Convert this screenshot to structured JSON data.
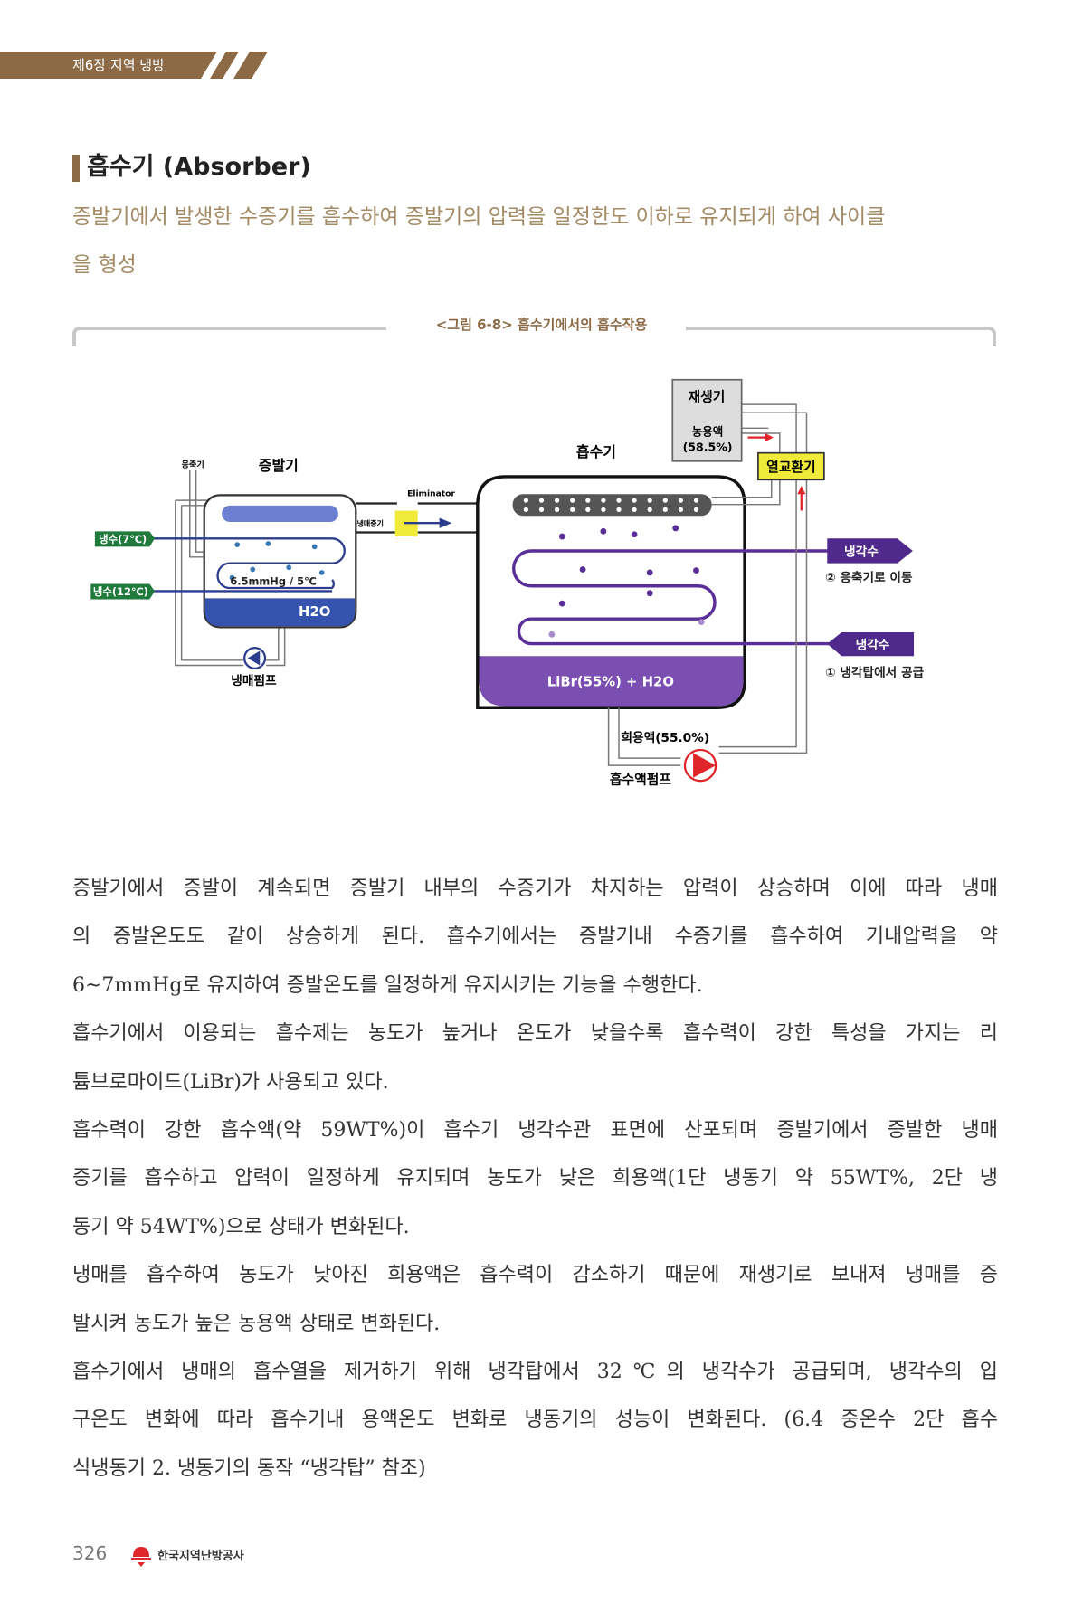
{
  "header": {
    "chapter": "제6장 지역 냉방"
  },
  "section": {
    "title": "흡수기 (Absorber)",
    "subtitle_lines": [
      "증발기에서 발생한 수증기를 흡수하여 증발기의 압력을 일정한도 이하로 유지되게 하여 사이클",
      "을 형성"
    ]
  },
  "figure": {
    "caption": "<그림 6-8> 흡수기에서의 흡수작용",
    "labels": {
      "condenser_small": "응축기",
      "evaporator": "증발기",
      "chilled_in": "냉수(7℃)",
      "chilled_out": "냉수(12℃)",
      "pressure": "6.5mmHg / 5℃",
      "h2o": "H2O",
      "refrigerant_pump": "냉매펌프",
      "eliminator": "Eliminator",
      "refrigerant_vapor": "냉매증기",
      "absorber": "흡수기",
      "libr": "LiBr(55%) + H2O",
      "generator": "재생기",
      "strong_solution": "농용액",
      "strong_pct": "(58.5%)",
      "heat_exchanger": "열교환기",
      "cooling_water_out": "냉각수",
      "cooling_water_out_note": "② 응축기로 이동",
      "cooling_water_in": "냉각수",
      "cooling_water_in_note": "① 냉각탑에서 공급",
      "weak_solution": "희용액(55.0%)",
      "absorbent_pump": "흡수액펌프"
    },
    "colors": {
      "evap_blue": "#3552ad",
      "absorber_purple": "#7b4fb2",
      "coil_purple": "#5a2e98",
      "chilled_green": "#1f7a3c",
      "yellow": "#f0ea3a",
      "red": "#e0262a"
    }
  },
  "body": {
    "paragraphs": [
      [
        "증발기에서 증발이 계속되면 증발기 내부의 수증기가 차지하는 압력이 상승하며 이에 따라 냉매",
        "의 증발온도도 같이 상승하게 된다. 흡수기에서는 증발기내 수증기를 흡수하여 기내압력을 약",
        "6~7mmHg로 유지하여 증발온도를 일정하게 유지시키는 기능을 수행한다."
      ],
      [
        "흡수기에서 이용되는 흡수제는 농도가 높거나 온도가 낮을수록 흡수력이 강한 특성을 가지는 리",
        "튬브로마이드(LiBr)가 사용되고 있다."
      ],
      [
        "흡수력이 강한 흡수액(약 59WT%)이 흡수기 냉각수관 표면에 산포되며 증발기에서 증발한 냉매",
        "증기를 흡수하고 압력이 일정하게 유지되며 농도가 낮은 희용액(1단 냉동기 약 55WT%, 2단 냉",
        "동기 약 54WT%)으로 상태가 변화된다."
      ],
      [
        "냉매를 흡수하여 농도가 낮아진 희용액은 흡수력이 감소하기 때문에 재생기로 보내져 냉매를 증",
        "발시켜 농도가 높은 농용액 상태로 변화된다."
      ],
      [
        "흡수기에서 냉매의 흡수열을 제거하기 위해 냉각탑에서 32℃의 냉각수가 공급되며, 냉각수의 입",
        "구온도 변화에 따라 흡수기내 용액온도 변화로 냉동기의 성능이 변화된다. (6.4 중온수 2단 흡수",
        "식냉동기 2. 냉동기의 동작 “냉각탑” 참조)"
      ]
    ]
  },
  "footer": {
    "page_number": "326",
    "org": "한국지역난방공사"
  }
}
